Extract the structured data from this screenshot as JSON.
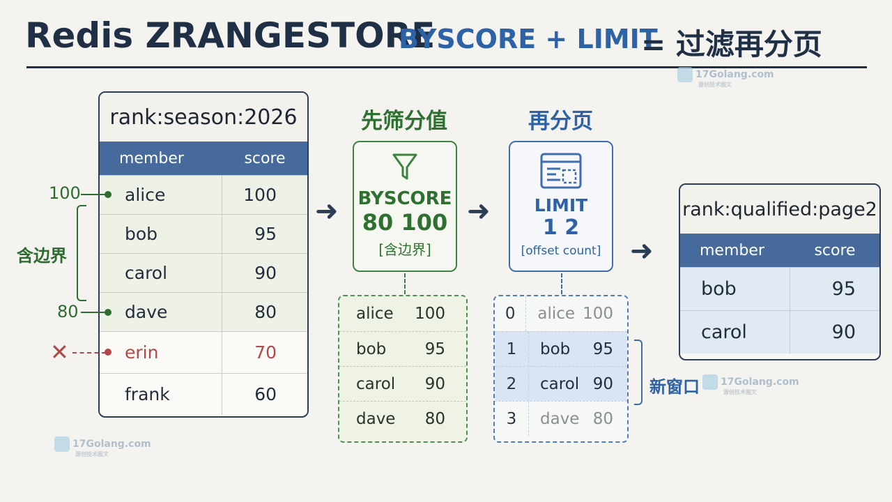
{
  "title": {
    "main": "Redis ZRANGESTORE",
    "sub": "BYSCORE + LIMIT",
    "eq": "= 过滤再分页"
  },
  "source_table": {
    "name": "rank:season:2026",
    "headers": [
      "member",
      "score"
    ],
    "rows": [
      {
        "member": "alice",
        "score": "100"
      },
      {
        "member": "bob",
        "score": "95"
      },
      {
        "member": "carol",
        "score": "90"
      },
      {
        "member": "dave",
        "score": "80"
      },
      {
        "member": "erin",
        "score": "70"
      },
      {
        "member": "frank",
        "score": "60"
      }
    ]
  },
  "annotations": {
    "upper_bound": "100",
    "lower_bound": "80",
    "inclusive": "含边界",
    "excluded_mark": "✕"
  },
  "filter_step": {
    "label": "先筛分值",
    "keyword": "BYSCORE",
    "values": "80 100",
    "note": "[含边界]",
    "rows": [
      {
        "member": "alice",
        "score": "100"
      },
      {
        "member": "bob",
        "score": "95"
      },
      {
        "member": "carol",
        "score": "90"
      },
      {
        "member": "dave",
        "score": "80"
      }
    ]
  },
  "page_step": {
    "label": "再分页",
    "keyword": "LIMIT",
    "values": "1 2",
    "note": "[offset count]",
    "rows": [
      {
        "index": "0",
        "member": "alice",
        "score": "100",
        "selected": false
      },
      {
        "index": "1",
        "member": "bob",
        "score": "95",
        "selected": true
      },
      {
        "index": "2",
        "member": "carol",
        "score": "90",
        "selected": true
      },
      {
        "index": "3",
        "member": "dave",
        "score": "80",
        "selected": false
      }
    ],
    "window_label": "新窗口"
  },
  "result_table": {
    "name": "rank:qualified:page2",
    "headers": [
      "member",
      "score"
    ],
    "rows": [
      {
        "member": "bob",
        "score": "95"
      },
      {
        "member": "carol",
        "score": "90"
      }
    ]
  },
  "watermark": {
    "text": "17Golang.com",
    "sub": "源创技术图文"
  },
  "colors": {
    "green": "#2e7030",
    "blue": "#2e62a6",
    "red": "#b04848",
    "header": "#466a9c",
    "ink": "#1f2f45"
  },
  "icons": [
    "filter-funnel-icon",
    "window-page-icon",
    "right-arrow-icon",
    "cross-icon"
  ]
}
